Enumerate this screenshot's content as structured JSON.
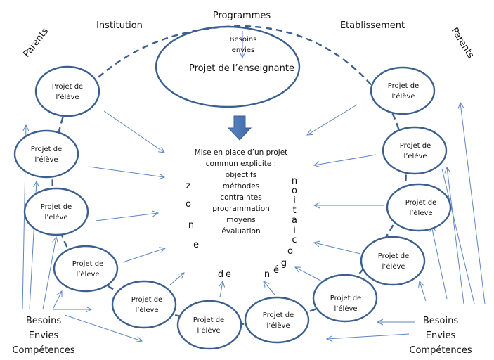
{
  "top_labels": {
    "programmes": "Programmes",
    "institution": "Institution",
    "etablissement": "Etablissement",
    "parents_left": "Parents",
    "parents_right": "Parents"
  },
  "teacher_project": {
    "need_line1": "Besoins",
    "need_line2": "envies",
    "title": "Projet de l’enseignante"
  },
  "common_project": {
    "lines": [
      "Mise en place d’un projet",
      "commun explicite :",
      "objectifs",
      "méthodes",
      "contraintes",
      "programmation",
      "moyens",
      "évaluation"
    ]
  },
  "pupil_project": {
    "line1": "Projet de",
    "line2": "l’élève",
    "count": 12
  },
  "curved_text": {
    "zone_letters": [
      "z",
      "o",
      "n",
      "e"
    ],
    "de_letters": [
      "d",
      "e"
    ],
    "negociation_letters": [
      "n",
      "é",
      "g",
      "o",
      "c",
      "i",
      "a",
      "t",
      "i",
      "o",
      "n"
    ]
  },
  "needs_left": [
    "Besoins",
    "Envies",
    "Compétences"
  ],
  "needs_right": [
    "Besoins",
    "Envies",
    "Compétences"
  ],
  "colors": {
    "outline": "#3b5f8e",
    "arrow": "#5b85c1",
    "block_arrow": "#4a78b8"
  }
}
